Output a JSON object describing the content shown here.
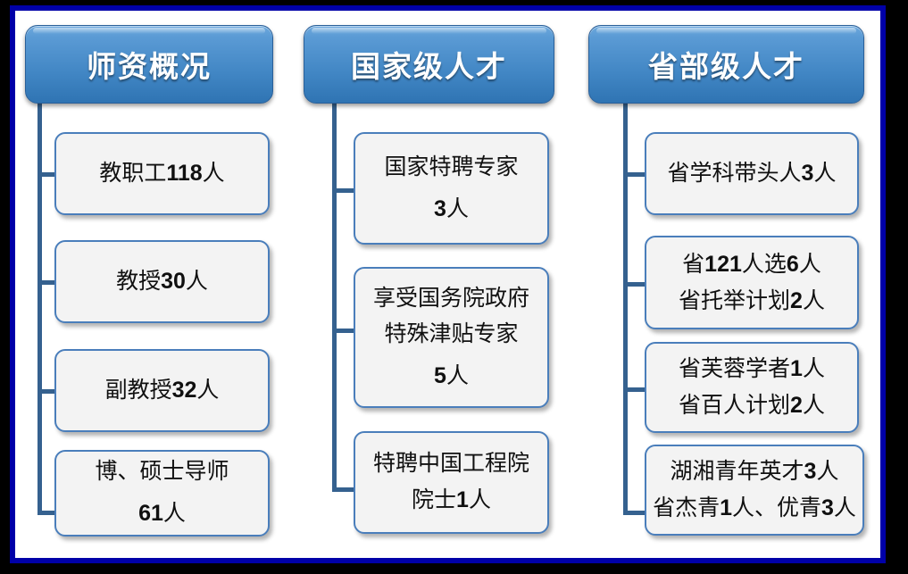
{
  "theme": {
    "outer_background": "#000000",
    "frame_border": "#0000a8",
    "canvas_background": "#ffffff",
    "header_gradient_top": "#5b9bd5",
    "header_gradient_bottom": "#2f74b3",
    "header_text": "#ffffff",
    "box_background": "#f3f3f3",
    "box_border": "#4a7ebb",
    "connector": "#35618f",
    "box_text": "#101010"
  },
  "columns": [
    {
      "id": "faculty-overview",
      "header": "师资概况",
      "items": [
        {
          "lines": [
            "教职工118人"
          ]
        },
        {
          "lines": [
            "教授30人"
          ]
        },
        {
          "lines": [
            "副教授32人"
          ]
        },
        {
          "lines": [
            "博、硕士导师",
            "61人"
          ]
        }
      ]
    },
    {
      "id": "national-talent",
      "header": "国家级人才",
      "items": [
        {
          "lines": [
            "国家特聘专家",
            "3人"
          ]
        },
        {
          "lines": [
            "享受国务院政府",
            "特殊津贴专家",
            "5人"
          ]
        },
        {
          "lines": [
            "特聘中国工程院",
            "院士1人"
          ]
        }
      ]
    },
    {
      "id": "provincial-talent",
      "header": "省部级人才",
      "items": [
        {
          "lines": [
            "省学科带头人3人"
          ]
        },
        {
          "lines": [
            "省121人选6人",
            "省托举计划2人"
          ]
        },
        {
          "lines": [
            "省芙蓉学者1人",
            "省百人计划2人"
          ]
        },
        {
          "lines": [
            "湖湘青年英才3人",
            "省杰青1人、优青3人"
          ]
        }
      ]
    }
  ]
}
